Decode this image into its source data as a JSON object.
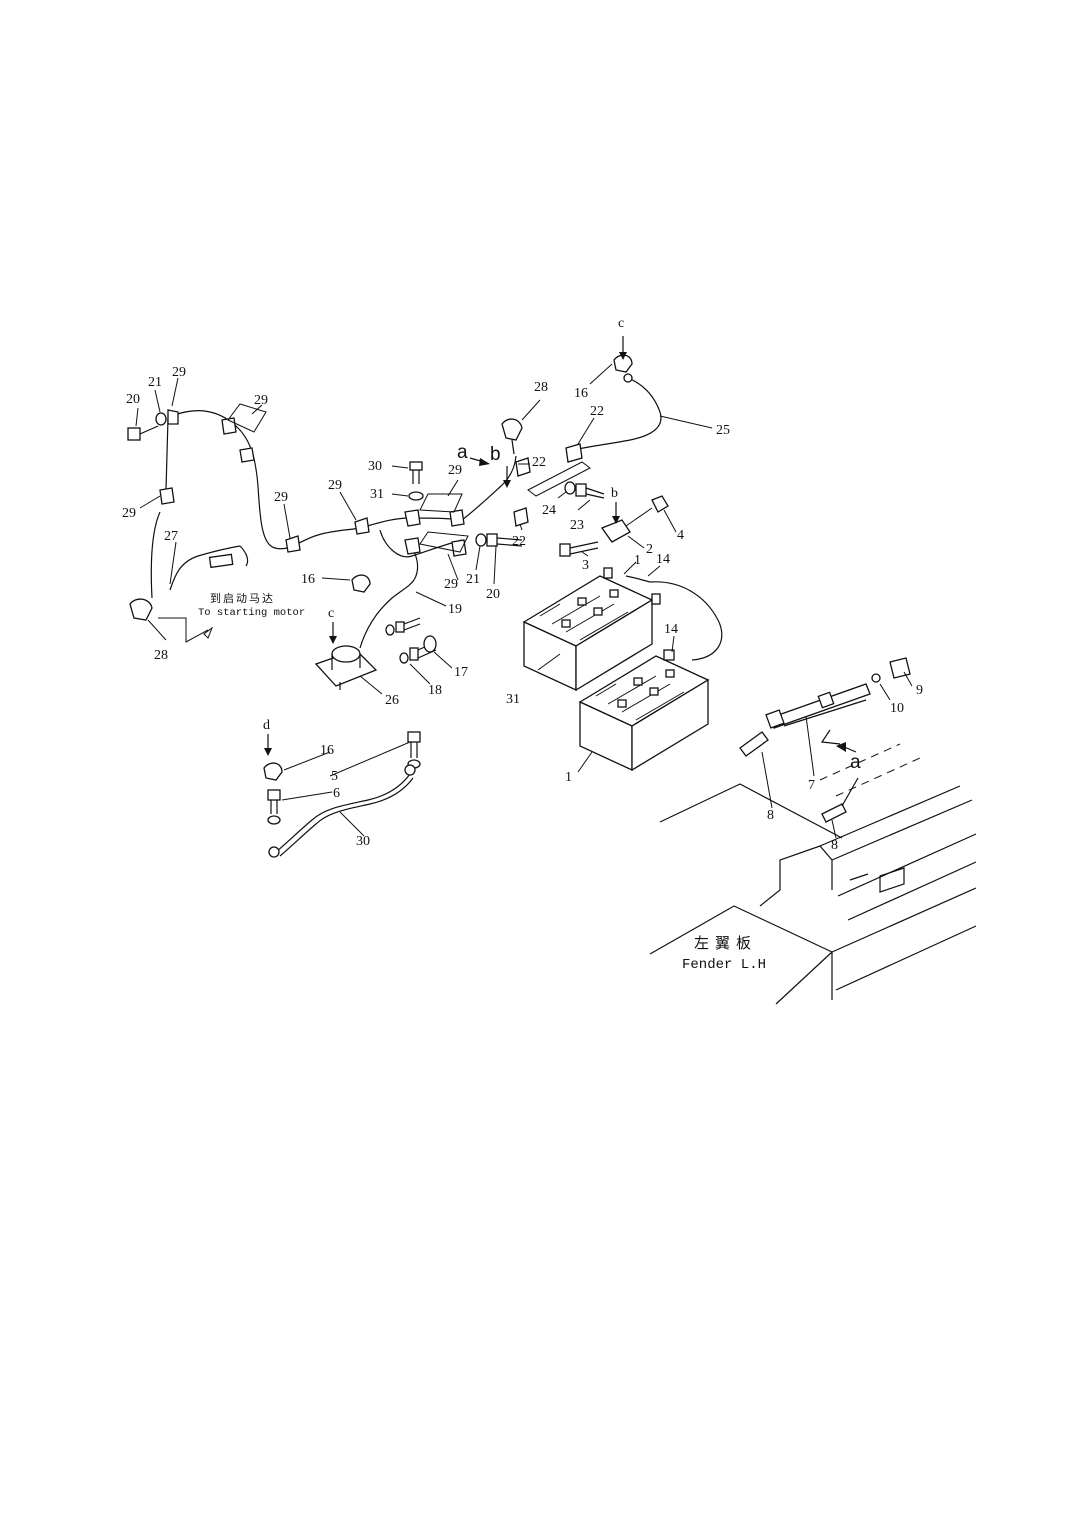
{
  "diagram": {
    "callouts": {
      "c_top": "c",
      "c_mid": "c",
      "b_top": "b",
      "b_mid": "b",
      "a_top": "a",
      "a_right": "a",
      "d": "d",
      "n1": "1",
      "n1b": "1",
      "n2": "2",
      "n3": "3",
      "n4": "4",
      "n5": "5",
      "n6": "6",
      "n7": "7",
      "n8a": "8",
      "n8b": "8",
      "n9": "9",
      "n10": "10",
      "n14a": "14",
      "n14b": "14",
      "n16a": "16",
      "n16b": "16",
      "n16c": "16",
      "n17": "17",
      "n18": "18",
      "n19": "19",
      "n20a": "20",
      "n20b": "20",
      "n21a": "21",
      "n21b": "21",
      "n22a": "22",
      "n22b": "22",
      "n22c": "22",
      "n23": "23",
      "n24": "24",
      "n25": "25",
      "n26": "26",
      "n27": "27",
      "n28a": "28",
      "n28b": "28",
      "n29a": "29",
      "n29b": "29",
      "n29c": "29",
      "n29d": "29",
      "n29e": "29",
      "n29f": "29",
      "n29g": "29",
      "n30a": "30",
      "n30b": "30",
      "n31a": "31",
      "n31b": "31"
    },
    "notes": {
      "starting_motor_cn": "到启动马达",
      "starting_motor_en": "To starting motor",
      "fender_cn": "左翼板",
      "fender_en": "Fender L.H"
    }
  }
}
